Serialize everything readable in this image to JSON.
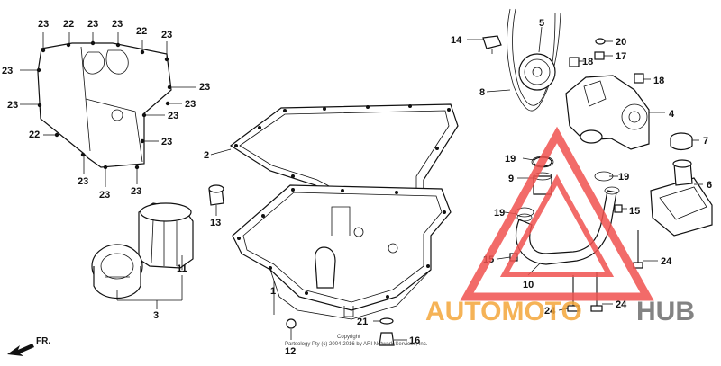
{
  "callouts": {
    "c1": "1",
    "c2": "2",
    "c3": "3",
    "c4": "4",
    "c5": "5",
    "c6": "6",
    "c7": "7",
    "c8": "8",
    "c9": "9",
    "c10": "10",
    "c11": "11",
    "c12": "12",
    "c13": "13",
    "c14": "14",
    "c15": "15",
    "c16": "16",
    "c17": "17",
    "c18": "18",
    "c19": "19",
    "c20": "20",
    "c21": "21",
    "c22": "22",
    "c23": "23",
    "c24": "24"
  },
  "direction": {
    "label": "FR."
  },
  "copyright": {
    "line1": "Copyright",
    "line2": "Partsology Pty (c) 2004-2016 by ARI Network Services, Inc."
  },
  "watermark": {
    "part1": "AUTOMOTO",
    "part2": "HUB",
    "accent_color": "#f0524f",
    "text_color": "#f4a63a",
    "gray_color": "#6e6e6e"
  }
}
